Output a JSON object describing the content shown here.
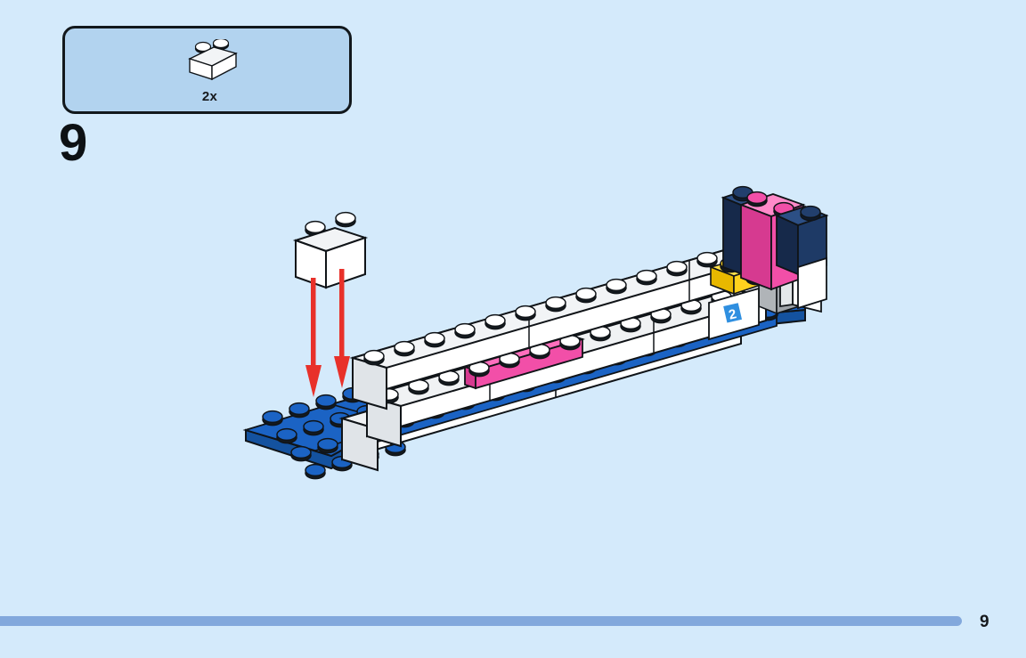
{
  "page": {
    "background_color": "#d4eafb",
    "page_number": "9",
    "footer_bar_color": "#82a8dc"
  },
  "callout": {
    "name": "parts-callout",
    "quantity_label": "2x",
    "background_color": "#b2d3ef",
    "border_color": "#12181c",
    "part": {
      "icon": "lego-brick-1x2-white-icon",
      "color": "#ffffff",
      "description": "1x2 brick"
    }
  },
  "step": {
    "number": "9"
  },
  "build": {
    "name": "lego-assembly-illustration",
    "colors": {
      "baseplate_blue": "#1b63c4",
      "baseplate_blue_dark": "#14529f",
      "baseplate_blue_light": "#3a7fd8",
      "brick_white": "#ffffff",
      "brick_white_shade": "#e3e6e8",
      "brick_white_dark": "#cfd4d8",
      "brick_navy": "#1e3a66",
      "brick_navy_light": "#2c4f85",
      "brick_navy_dark": "#16294a",
      "brick_pink": "#f24fa8",
      "brick_pink_dark": "#d63a90",
      "brick_pink_light": "#ff6fbd",
      "brick_yellow": "#ffd21e",
      "brick_yellow_dark": "#e8b800",
      "brick_grey": "#b0b4b8",
      "brick_grey_dark": "#8d9296",
      "stud_top_dark": "#141a1f",
      "stud_top_white": "#ffffff",
      "stud_top_blue": "#1b63c4",
      "arrow_red": "#e8312a",
      "outline": "#101418",
      "tile_badge_blue": "#2f8fe0"
    },
    "tile_badge_label": "2",
    "arrows": [
      {
        "name": "placement-arrow-left"
      },
      {
        "name": "placement-arrow-right"
      }
    ],
    "floating_part": {
      "name": "floating-brick-1x2-white",
      "color": "#ffffff"
    }
  }
}
